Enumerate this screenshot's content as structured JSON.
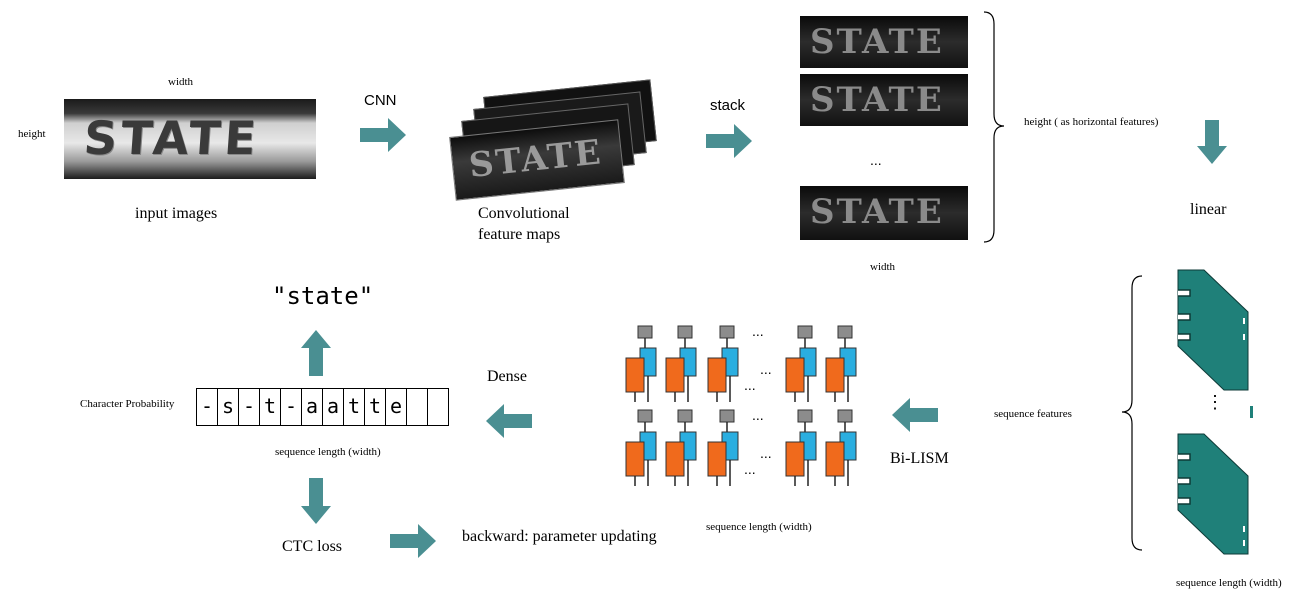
{
  "accent_color": "#4a8f92",
  "input": {
    "width_label": "width",
    "height_label": "height",
    "image_text": "STATE",
    "caption": "input images"
  },
  "cnn": {
    "label": "CNN",
    "caption_line1": "Convolutional",
    "caption_line2": "feature maps",
    "map_text": "STATE"
  },
  "stack": {
    "label": "stack",
    "ellipsis": "...",
    "feature_text": "STATE",
    "brace_label": "height ( as horizontal features)",
    "width_label": "width"
  },
  "linear": {
    "label": "linear"
  },
  "sequence": {
    "features_label": "sequence features",
    "ellipsis": "⋮",
    "length_label": "sequence length (width)"
  },
  "lstm": {
    "label": "Bi-LISM",
    "length_label": "sequence length (width)",
    "ellipsis": "..."
  },
  "dense": {
    "label": "Dense"
  },
  "probability": {
    "label": "Character Probability",
    "cells": [
      "-",
      "s",
      "-",
      "t",
      "-",
      "a",
      "a",
      "t",
      "t",
      "e",
      "",
      ""
    ],
    "length_label": "sequence length (width)"
  },
  "output": {
    "text": "\"state\""
  },
  "loss": {
    "ctc_label": "CTC loss",
    "backward_label": "backward: parameter updating"
  }
}
